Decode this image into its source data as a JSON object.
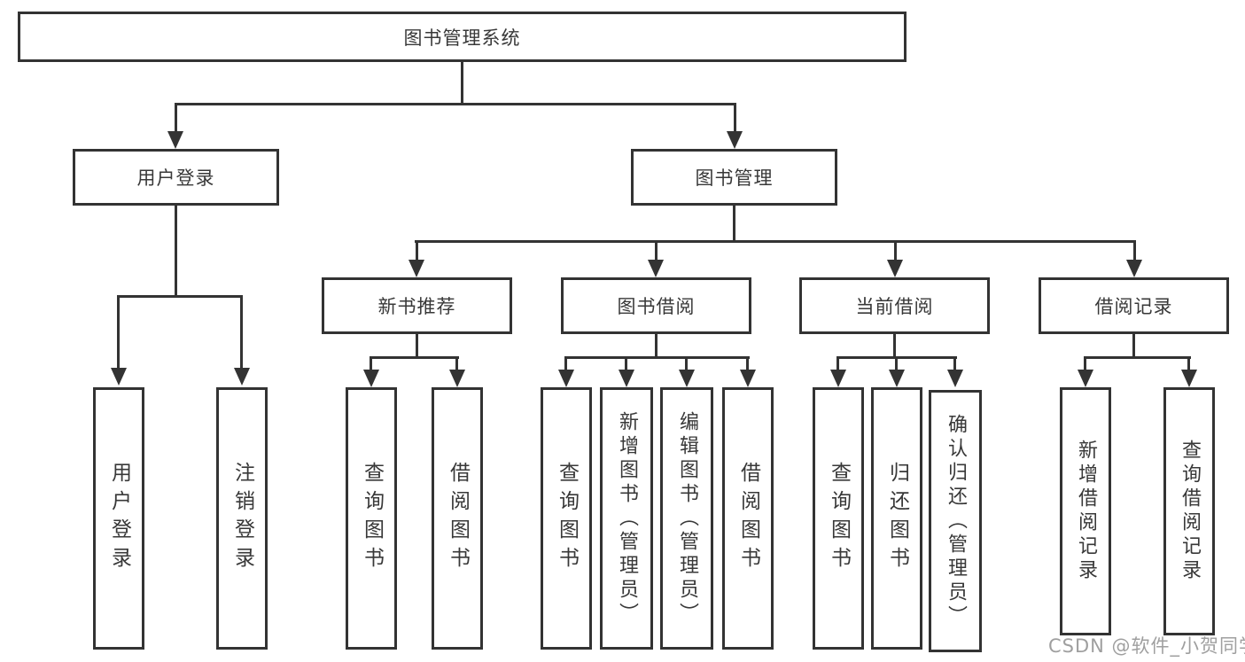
{
  "diagram": {
    "type": "hierarchy-tree",
    "root": {
      "label": "图书管理系统"
    },
    "level2": [
      {
        "id": "user-login",
        "label": "用户登录"
      },
      {
        "id": "book-management",
        "label": "图书管理"
      }
    ],
    "level3": [
      {
        "id": "new-book-recommend",
        "label": "新书推荐",
        "parent": "图书管理"
      },
      {
        "id": "book-borrow",
        "label": "图书借阅",
        "parent": "图书管理"
      },
      {
        "id": "current-borrow",
        "label": "当前借阅",
        "parent": "图书管理"
      },
      {
        "id": "borrow-record",
        "label": "借阅记录",
        "parent": "图书管理"
      }
    ],
    "leaves": [
      "用户登录",
      "注销登录",
      "查询图书",
      "借阅图书",
      "查询图书",
      "新增图书（管理员）",
      "编辑图书（管理员）",
      "借阅图书",
      "查询图书",
      "归还图书",
      "确认归还（管理员）",
      "新增借阅记录",
      "查询借阅记录"
    ],
    "leaf_parents": {
      "用户登录": [
        "用户登录",
        "注销登录"
      ],
      "新书推荐": [
        "查询图书",
        "借阅图书"
      ],
      "图书借阅": [
        "查询图书",
        "新增图书（管理员）",
        "编辑图书（管理员）",
        "借阅图书"
      ],
      "当前借阅": [
        "查询图书",
        "归还图书",
        "确认归还（管理员）"
      ],
      "借阅记录": [
        "新增借阅记录",
        "查询借阅记录"
      ]
    }
  },
  "watermark": {
    "text": "CSDN @软件_小贺同学"
  },
  "colors": {
    "line": "#333333",
    "text": "#383838",
    "background": "#ffffff",
    "watermark": "#9f9f9f"
  }
}
